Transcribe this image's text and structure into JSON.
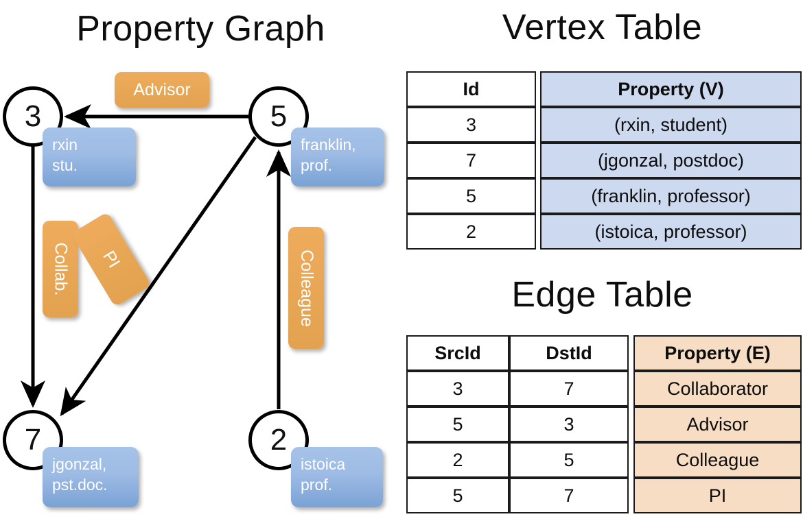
{
  "titles": {
    "graph": "Property Graph",
    "vertex_table": "Vertex Table",
    "edge_table": "Edge Table"
  },
  "graph": {
    "nodes": [
      {
        "id": "3",
        "property_label": "rxin\nstu.",
        "name": "rxin",
        "role": "stu."
      },
      {
        "id": "5",
        "property_label": "franklin,\nprof.",
        "name": "franklin,",
        "role": "prof."
      },
      {
        "id": "7",
        "property_label": "jgonzal,\npst.doc.",
        "name": "jgonzal,",
        "role": "pst.doc."
      },
      {
        "id": "2",
        "property_label": "istoica\nprof.",
        "name": "istoica",
        "role": "prof."
      }
    ],
    "edge_labels": [
      {
        "text": "Advisor",
        "orientation": "horizontal",
        "src": "5",
        "dst": "3"
      },
      {
        "text": "Collab.",
        "orientation": "vertical",
        "src": "3",
        "dst": "7"
      },
      {
        "text": "PI",
        "orientation": "diagonal",
        "src": "5",
        "dst": "7"
      },
      {
        "text": "Colleague",
        "orientation": "vertical",
        "src": "2",
        "dst": "5"
      }
    ]
  },
  "vertex_table": {
    "headers": [
      "Id",
      "Property (V)"
    ],
    "rows": [
      {
        "id": "3",
        "property": "(rxin, student)"
      },
      {
        "id": "7",
        "property": "(jgonzal, postdoc)"
      },
      {
        "id": "5",
        "property": "(franklin, professor)"
      },
      {
        "id": "2",
        "property": "(istoica, professor)"
      }
    ]
  },
  "edge_table": {
    "headers": [
      "SrcId",
      "DstId",
      "Property (E)"
    ],
    "rows": [
      {
        "src": "3",
        "dst": "7",
        "property": "Collaborator"
      },
      {
        "src": "5",
        "dst": "3",
        "property": "Advisor"
      },
      {
        "src": "2",
        "dst": "5",
        "property": "Colleague"
      },
      {
        "src": "5",
        "dst": "7",
        "property": "PI"
      }
    ]
  },
  "colors": {
    "vertex_property_fill": "#cdd9ee",
    "edge_property_fill": "#f6ddc3",
    "node_box_blue": "#9dbbe4",
    "edge_label_orange": "#e9a857",
    "stroke": "#000000",
    "background": "#ffffff"
  }
}
